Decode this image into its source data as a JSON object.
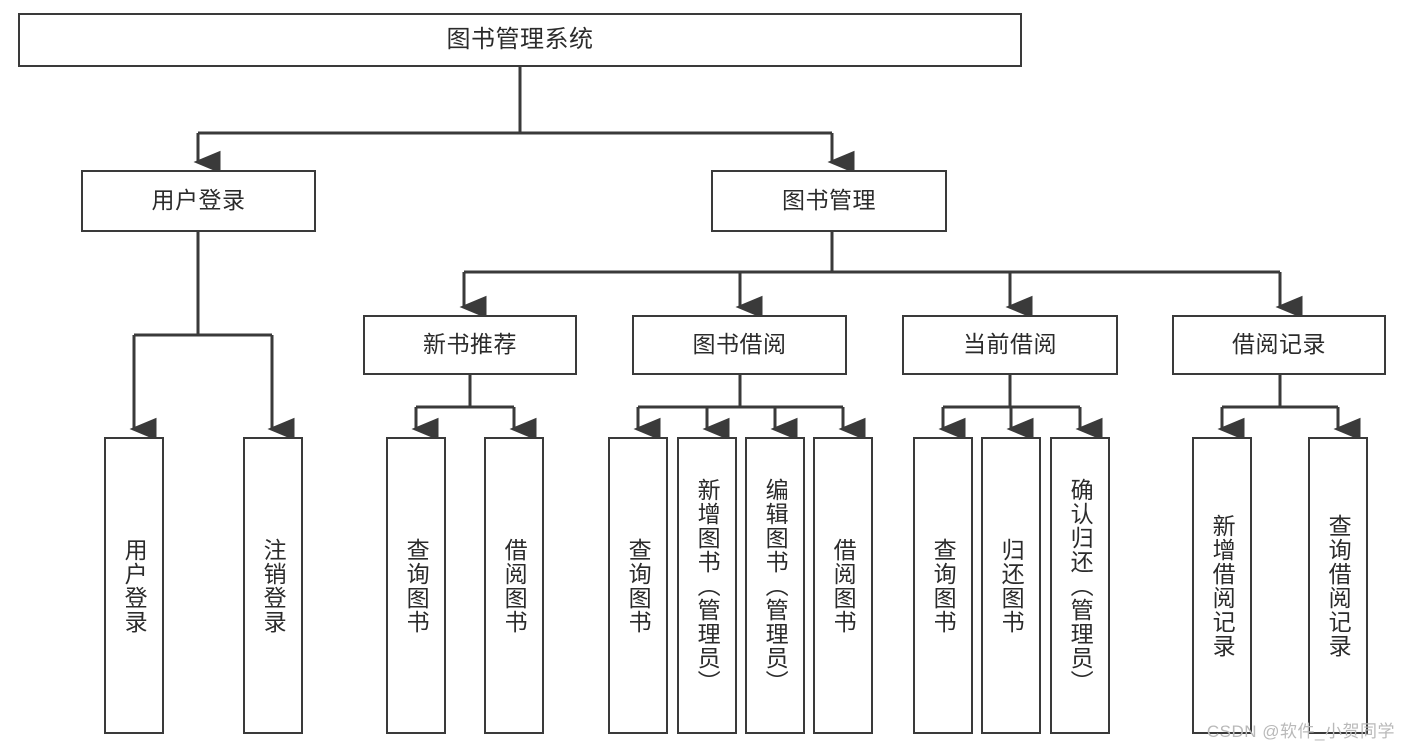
{
  "diagram": {
    "title": "图书管理系统",
    "type": "tree-hierarchy",
    "watermark": "CSDN @软件_小贺同学",
    "colors": {
      "box_border": "#3a3a3a",
      "box_fill": "#ffffff",
      "connector": "#3a3a3a",
      "text": "#2b2b2b",
      "watermark": "#b9b9b9",
      "background": "#ffffff"
    },
    "root": {
      "id": "root",
      "label": "图书管理系统",
      "orientation": "horizontal"
    },
    "level2": [
      {
        "id": "user-login",
        "label": "用户登录",
        "orientation": "horizontal"
      },
      {
        "id": "book-management",
        "label": "图书管理",
        "orientation": "horizontal"
      }
    ],
    "level3": [
      {
        "id": "new-book-recommend",
        "label": "新书推荐",
        "orientation": "horizontal"
      },
      {
        "id": "book-borrow",
        "label": "图书借阅",
        "orientation": "horizontal"
      },
      {
        "id": "current-borrow",
        "label": "当前借阅",
        "orientation": "horizontal"
      },
      {
        "id": "borrow-record",
        "label": "借阅记录",
        "orientation": "horizontal"
      }
    ],
    "leaves": {
      "user_login": [
        {
          "id": "leaf-user-login",
          "label": "用户登录"
        },
        {
          "id": "leaf-logout-login",
          "label": "注销登录"
        }
      ],
      "new_book_recommend": [
        {
          "id": "leaf-query-book-1",
          "label": "查询图书"
        },
        {
          "id": "leaf-borrow-book-1",
          "label": "借阅图书"
        }
      ],
      "book_borrow": [
        {
          "id": "leaf-query-book-2",
          "label": "查询图书"
        },
        {
          "id": "leaf-add-book",
          "label": "新增图书（管理员）"
        },
        {
          "id": "leaf-edit-book",
          "label": "编辑图书（管理员）"
        },
        {
          "id": "leaf-borrow-book-2",
          "label": "借阅图书"
        }
      ],
      "current_borrow": [
        {
          "id": "leaf-query-book-3",
          "label": "查询图书"
        },
        {
          "id": "leaf-return-book",
          "label": "归还图书"
        },
        {
          "id": "leaf-confirm-return",
          "label": "确认归还（管理员）"
        }
      ],
      "borrow_record": [
        {
          "id": "leaf-add-record",
          "label": "新增借阅记录"
        },
        {
          "id": "leaf-query-record",
          "label": "查询借阅记录"
        }
      ]
    }
  }
}
